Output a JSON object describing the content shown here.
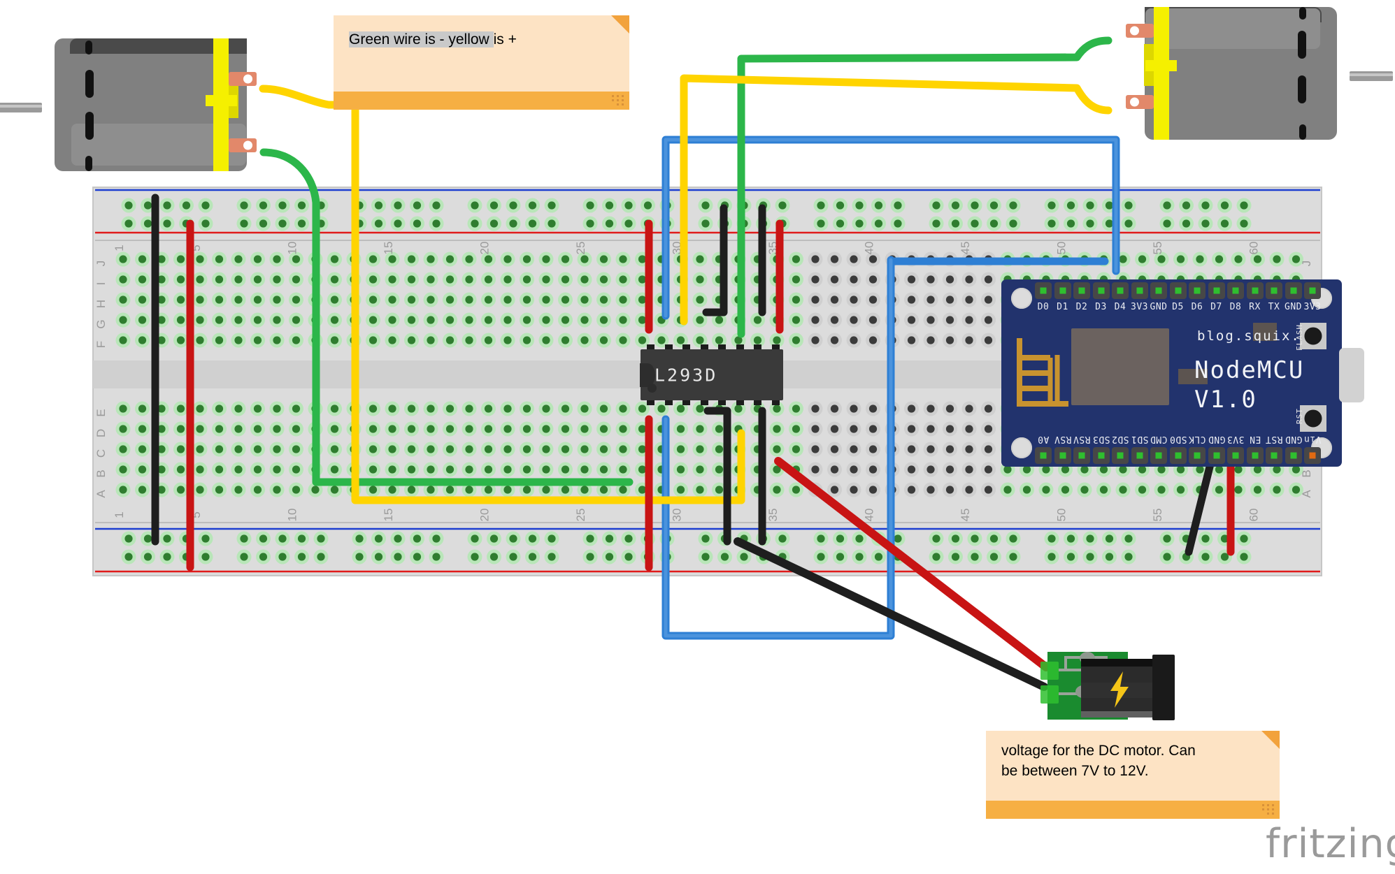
{
  "app": {
    "tool": "fritzing",
    "view": "breadboard"
  },
  "notes": [
    {
      "id": "note-green-yellow",
      "text_selected": "Green wire is - yellow ",
      "text_rest": "is +",
      "full_text": "Green wire is - yellow is +",
      "bg": "#fde3c4",
      "footer": "#f6af43"
    },
    {
      "id": "note-voltage",
      "full_text": "voltage for the DC motor. Can be between 7V to 12V.",
      "line1": "voltage for the DC motor. Can",
      "line2": "be between 7V to 12V.",
      "bg": "#fde3c4",
      "footer": "#f6af43"
    }
  ],
  "chip": {
    "label": "L293D",
    "package": "DIP-16",
    "body_color": "#3a3a3a"
  },
  "nodemcu": {
    "brand": "blog.squix.ch",
    "name_line1": "NodeMCU",
    "name_line2": "V1.0",
    "buttons": [
      {
        "label": "FLASH"
      },
      {
        "label": "RST"
      }
    ],
    "pins_top": [
      "D0",
      "D1",
      "D2",
      "D3",
      "D4",
      "3V3",
      "GND",
      "D5",
      "D6",
      "D7",
      "D8",
      "RX",
      "TX",
      "GND",
      "3V3"
    ],
    "pins_bottom": [
      "A0",
      "RSV",
      "RSV",
      "SD3",
      "SD2",
      "SD1",
      "CMD",
      "SD0",
      "CLK",
      "GND",
      "3V3",
      "EN",
      "RST",
      "GND",
      "Vin"
    ],
    "board_color": "#22336d"
  },
  "breadboard": {
    "columns": 63,
    "column_ticks": [
      "1",
      "5",
      "10",
      "15",
      "20",
      "25",
      "30",
      "35",
      "40",
      "45",
      "50",
      "55",
      "60"
    ],
    "row_labels_top": [
      "J",
      "I",
      "H",
      "G",
      "F"
    ],
    "row_labels_bottom": [
      "E",
      "D",
      "C",
      "B",
      "A"
    ],
    "rail_positive_color": "#e01b1b",
    "rail_negative_color": "#1d3fd0",
    "body_color": "#dcdcdc"
  },
  "motors": [
    {
      "id": "motor-left",
      "terminal_top_wire": "yellow",
      "terminal_bottom_wire": "green"
    },
    {
      "id": "motor-right",
      "terminal_top_wire": "green",
      "terminal_bottom_wire": "yellow"
    }
  ],
  "power_jack": {
    "id": "dc-barrel-jack",
    "icon": "lightning-bolt-icon",
    "wire_positive": "red",
    "wire_negative": "black"
  },
  "wire_colors": {
    "green": "#2cb64a",
    "yellow": "#ffd400",
    "black": "#1e1e1e",
    "red": "#c81414",
    "blue": "#2e7fd4"
  }
}
